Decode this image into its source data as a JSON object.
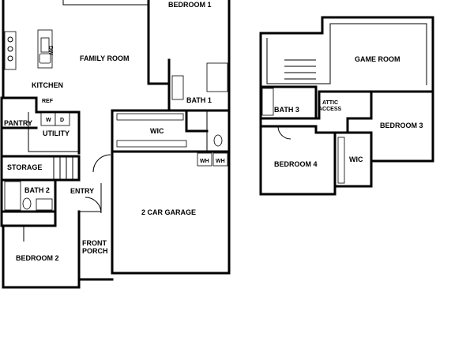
{
  "floor1": {
    "bedroom1": "BEDROOM 1",
    "family_room": "FAMILY ROOM",
    "kitchen": "KITCHEN",
    "dw": "DW",
    "ref": "REF",
    "pantry": "PANTRY",
    "washer": "W",
    "dryer": "D",
    "utility": "UTILITY",
    "storage": "STORAGE",
    "bath2": "BATH 2",
    "entry": "ENTRY",
    "bedroom2": "BEDROOM 2",
    "front_porch_1": "FRONT",
    "front_porch_2": "PORCH",
    "bath1": "BATH 1",
    "wic": "WIC",
    "wh1": "WH",
    "wh2": "WH",
    "garage": "2 CAR GARAGE"
  },
  "floor2": {
    "game_room": "GAME ROOM",
    "bath3": "BATH 3",
    "attic_1": "ATTIC",
    "attic_2": "ACCESS",
    "bedroom3": "BEDROOM 3",
    "bedroom4": "BEDROOM 4",
    "wic": "WIC"
  }
}
